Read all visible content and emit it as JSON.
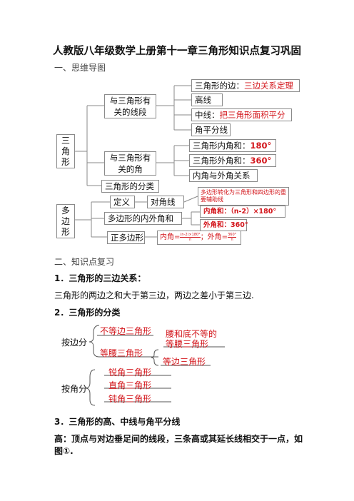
{
  "title": "人教版八年级数学上册第十一章三角形知识点复习巩固",
  "section1": "一、思维导图",
  "mindmap": {
    "root1": "三角形",
    "root2": "多边形",
    "seg_group": "与三角形有关的线段",
    "angle_group": "与三角形有关的角",
    "classify": "三角形的分类",
    "side_prefix": "三角形的边：",
    "side_red": "三边关系定理",
    "altitude": "高线",
    "median_prefix": "中线：",
    "median_red": "把三角形面积平分",
    "bisector": "角平分线",
    "inner_prefix": "三角形内角和：",
    "inner_red": "180°",
    "outer_prefix": "三角形外角和：",
    "outer_red": "360°",
    "inner_outer": "内角与外角关系",
    "definition": "定义",
    "diagonal": "对角线",
    "diagonal_note": "多边形转化为三角形和四边形的重要辅助线",
    "poly_angles": "多边形的内外角和",
    "poly_inner": "内角和：（n-2）×180°",
    "poly_outer": "外角和：360°",
    "regular": "正多边形",
    "regular_inner": "内角=",
    "regular_inner_frac_num": "(n-2)×180°",
    "regular_inner_frac_den": "n",
    "regular_sep": "；外角=",
    "regular_outer_frac_num": "360°",
    "regular_outer_frac_den": "n"
  },
  "section2": "二、知识点复习",
  "item1_heading": "1．三角形的三边关系：",
  "item1_text": "三角形的两边之和大于第三边，两边之差小于第三边.",
  "item2_heading": "2．三角形的分类",
  "classification": {
    "by_side": "按边分",
    "scalene": "不等边三角形",
    "isosceles": "等腰三角形",
    "isosceles_non_eq": "腰和底不等的",
    "isosceles_non_eq2": "等腰三角形",
    "equilateral": "等边三角形",
    "by_angle": "按角分",
    "acute": "锐角三角形",
    "right": "直角三角形",
    "obtuse": "钝角三角形"
  },
  "item3_heading": "3．三角形的高、中线与角平分线",
  "item3_text1": "高：顶点与对边垂足间的线段，三条高或其延长线相交于一点，如",
  "item3_text2": "图①."
}
